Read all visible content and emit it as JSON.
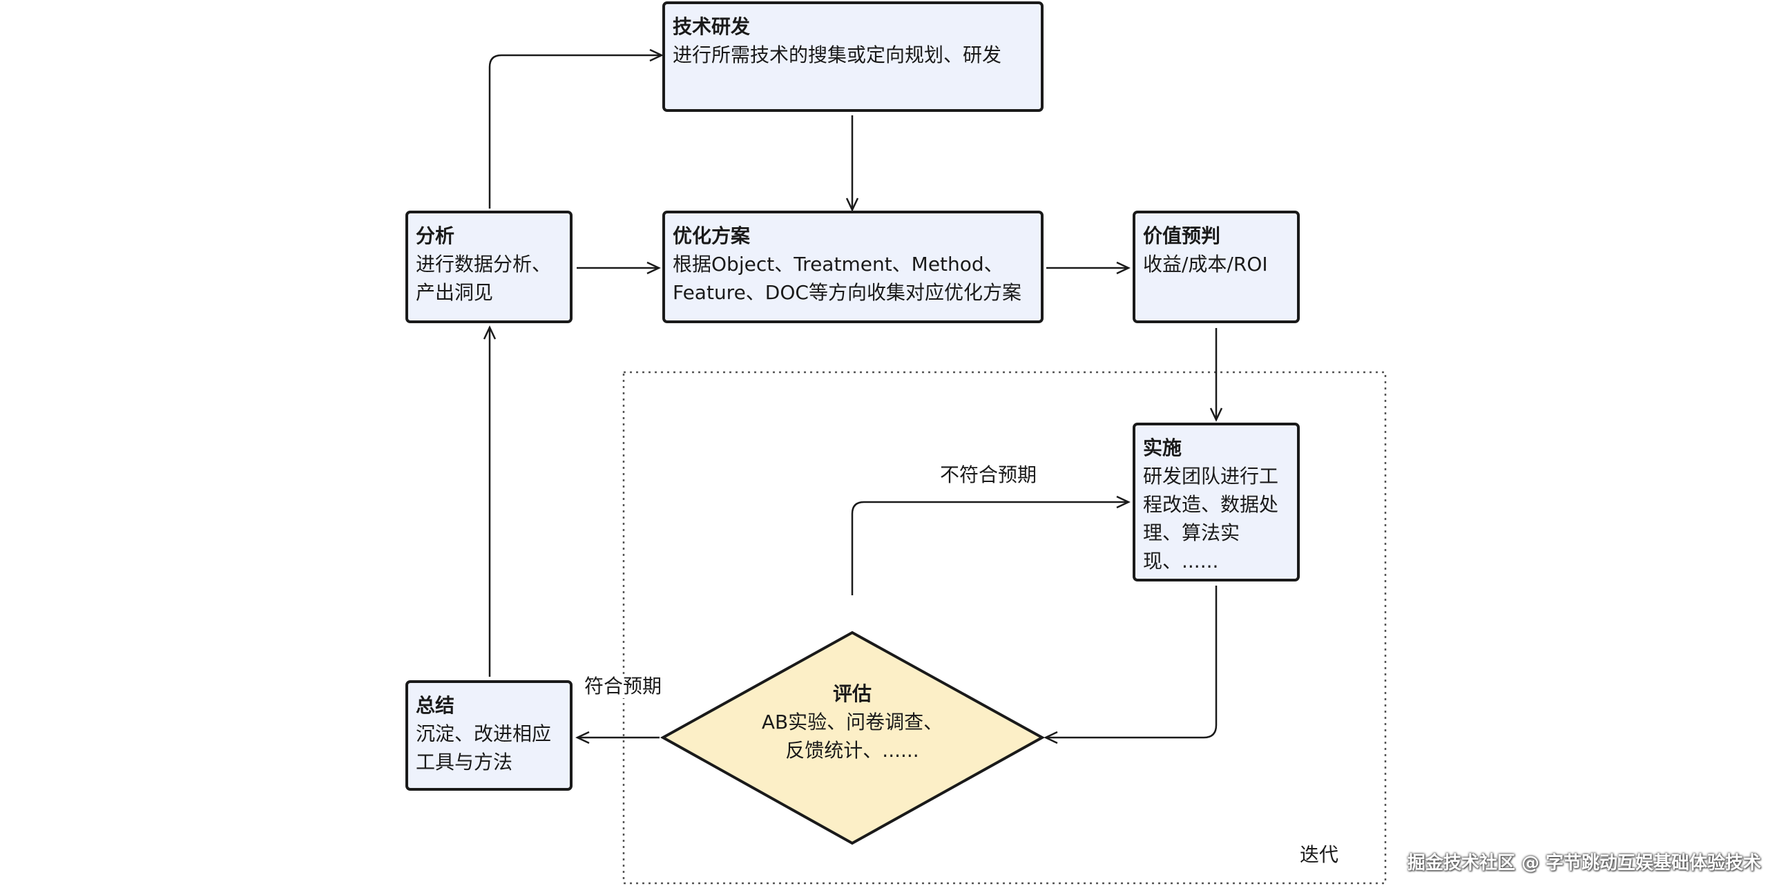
{
  "nodes": {
    "tech_rd": {
      "title": "技术研发",
      "lines": [
        "进行所需技术的搜集或定向规划、研发"
      ]
    },
    "analysis": {
      "title": "分析",
      "lines": [
        "进行数据分析、",
        "产出洞见"
      ]
    },
    "optimization": {
      "title": "优化方案",
      "lines": [
        "根据Object、Treatment、Method、",
        "Feature、DOC等方向收集对应优化方案"
      ]
    },
    "value_estimate": {
      "title": "价值预判",
      "lines": [
        "收益/成本/ROI"
      ]
    },
    "implementation": {
      "title": "实施",
      "lines": [
        "研发团队进行工",
        "程改造、数据处",
        "理、算法实",
        "现、......"
      ]
    },
    "evaluation": {
      "title": "评估",
      "lines": [
        "AB实验、问卷调查、",
        "反馈统计、......"
      ]
    },
    "summary": {
      "title": "总结",
      "lines": [
        "沉淀、改进相应",
        "工具与方法"
      ]
    }
  },
  "edge_labels": {
    "not_meet_expectation": "不符合预期",
    "meet_expectation": "符合预期"
  },
  "region": {
    "label": "迭代"
  },
  "watermark": "掘金技术社区 @ 字节跳动互娱基础体验技术",
  "colors": {
    "node_fill": "#eef2fc",
    "decision_fill": "#fcefc7",
    "stroke": "#1a1a1a"
  }
}
